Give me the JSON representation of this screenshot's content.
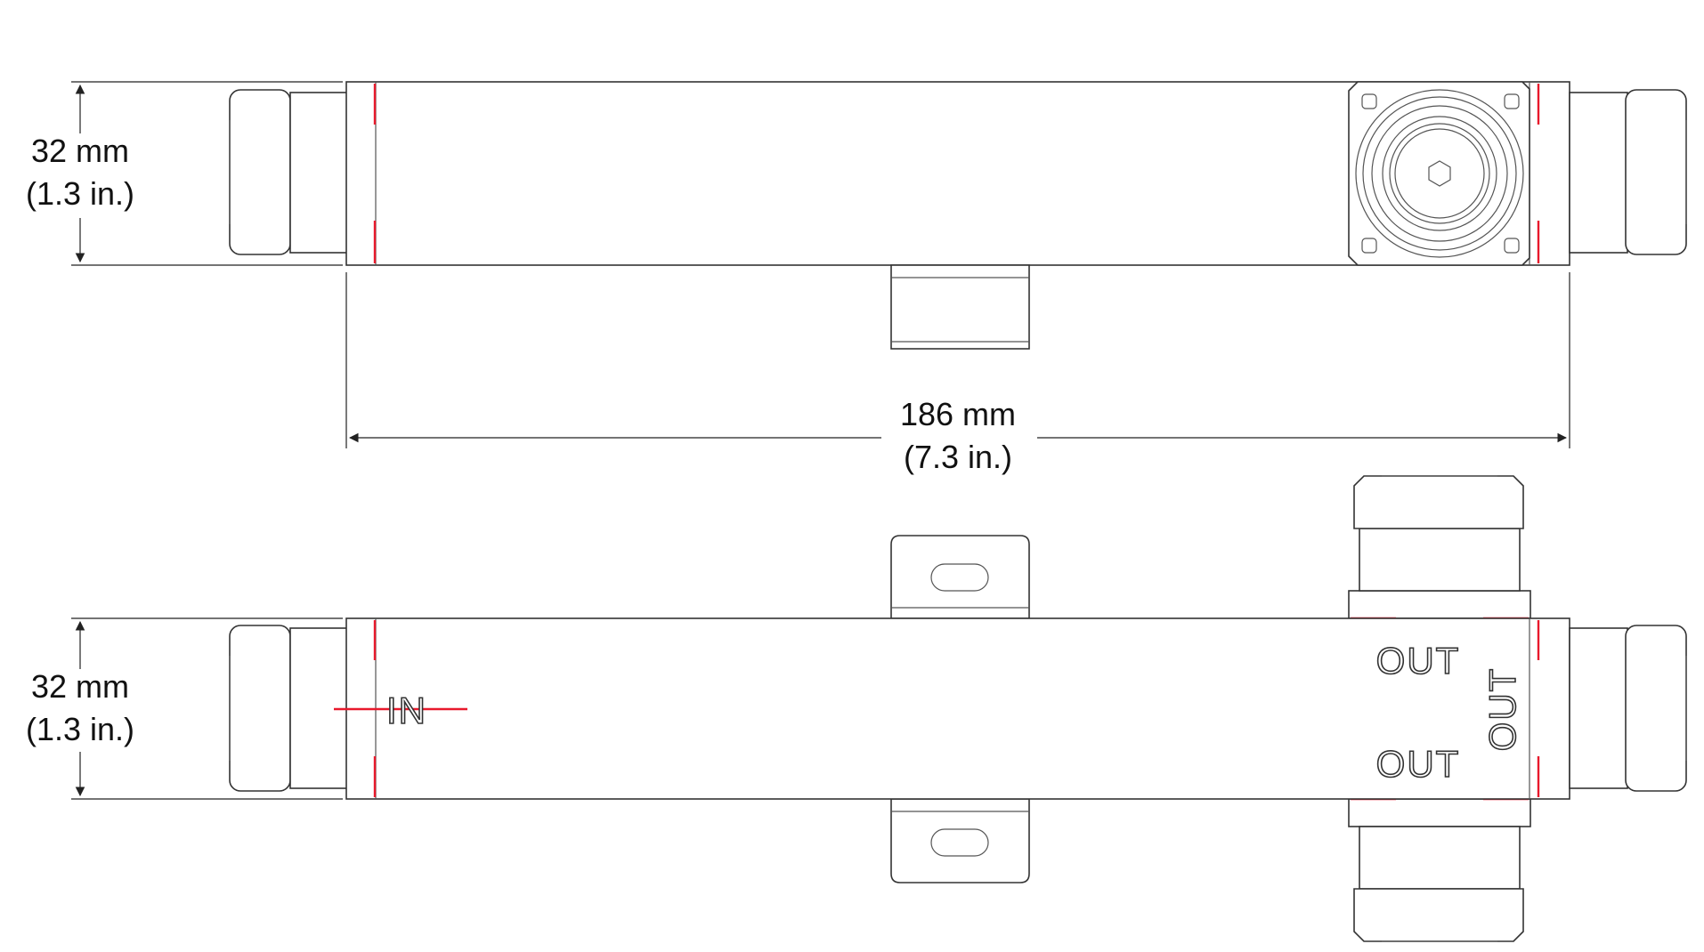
{
  "dimensions": {
    "height_top": {
      "mm": "32 mm",
      "inch": "(1.3 in.)"
    },
    "height_bottom": {
      "mm": "32 mm",
      "inch": "(1.3 in.)"
    },
    "length": {
      "mm": "186 mm",
      "inch": "(7.3 in.)"
    }
  },
  "ports": {
    "input": "IN",
    "output_top": "OUT",
    "output_bottom": "OUT",
    "output_side": "OUT"
  },
  "colors": {
    "outline": "#333333",
    "accent": "#e8192c",
    "background": "#ffffff"
  }
}
